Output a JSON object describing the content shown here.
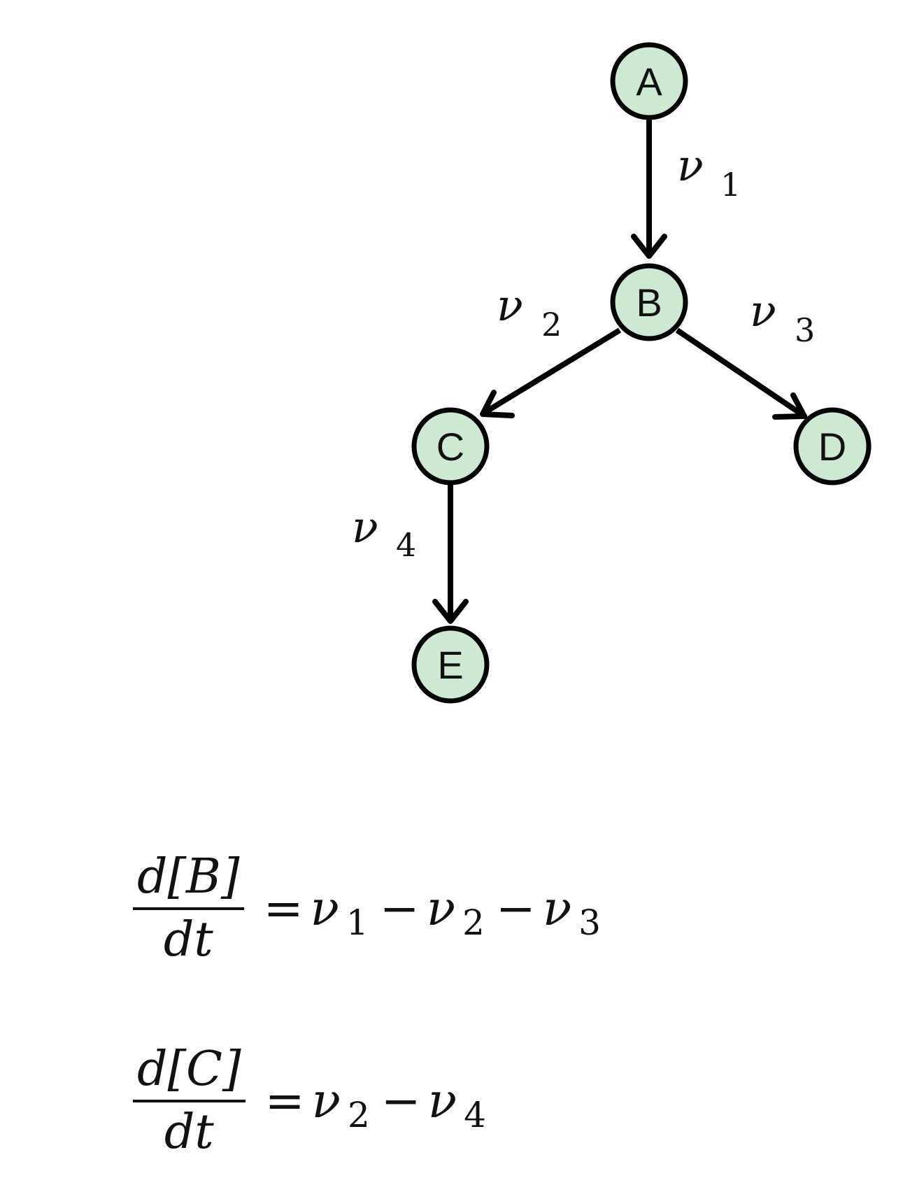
{
  "nodes": {
    "A": "A",
    "B": "B",
    "C": "C",
    "D": "D",
    "E": "E"
  },
  "edges": {
    "v1": {
      "symbol": "ν",
      "subscript": "1"
    },
    "v2": {
      "symbol": "ν",
      "subscript": "2"
    },
    "v3": {
      "symbol": "ν",
      "subscript": "3"
    },
    "v4": {
      "symbol": "ν",
      "subscript": "4"
    }
  },
  "equations": {
    "eq1": {
      "numerator": "d[B]",
      "denominator": "dt",
      "equals": "=",
      "terms": [
        {
          "symbol": "ν",
          "subscript": "1"
        },
        {
          "op": "−",
          "symbol": "ν",
          "subscript": "2"
        },
        {
          "op": "−",
          "symbol": "ν",
          "subscript": "3"
        }
      ]
    },
    "eq2": {
      "numerator": "d[C]",
      "denominator": "dt",
      "equals": "=",
      "terms": [
        {
          "symbol": "ν",
          "subscript": "2"
        },
        {
          "op": "−",
          "symbol": "ν",
          "subscript": "4"
        }
      ]
    }
  },
  "colors": {
    "node_fill": "#cfe8d4",
    "stroke": "#000000"
  }
}
